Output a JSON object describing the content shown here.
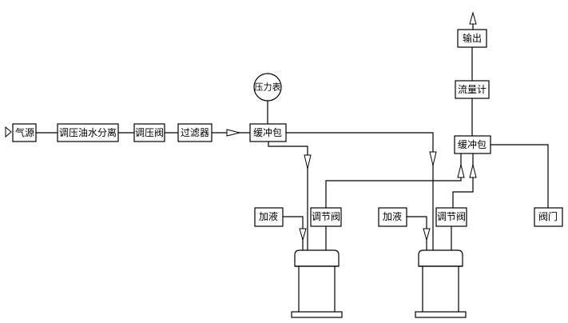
{
  "labels": {
    "gas_source": "气源",
    "oil_water_separator": "调压油水分离",
    "pressure_valve": "调压阀",
    "filter": "过滤器",
    "pressure_gauge": "压力表",
    "buffer_left": "缓冲包",
    "buffer_right": "缓冲包",
    "output": "输出",
    "flowmeter": "流量计",
    "valve": "阀门",
    "add_liquid_1": "加液",
    "add_liquid_2": "加液",
    "reg_valve_1": "调节阀",
    "reg_valve_2": "调节阀"
  }
}
